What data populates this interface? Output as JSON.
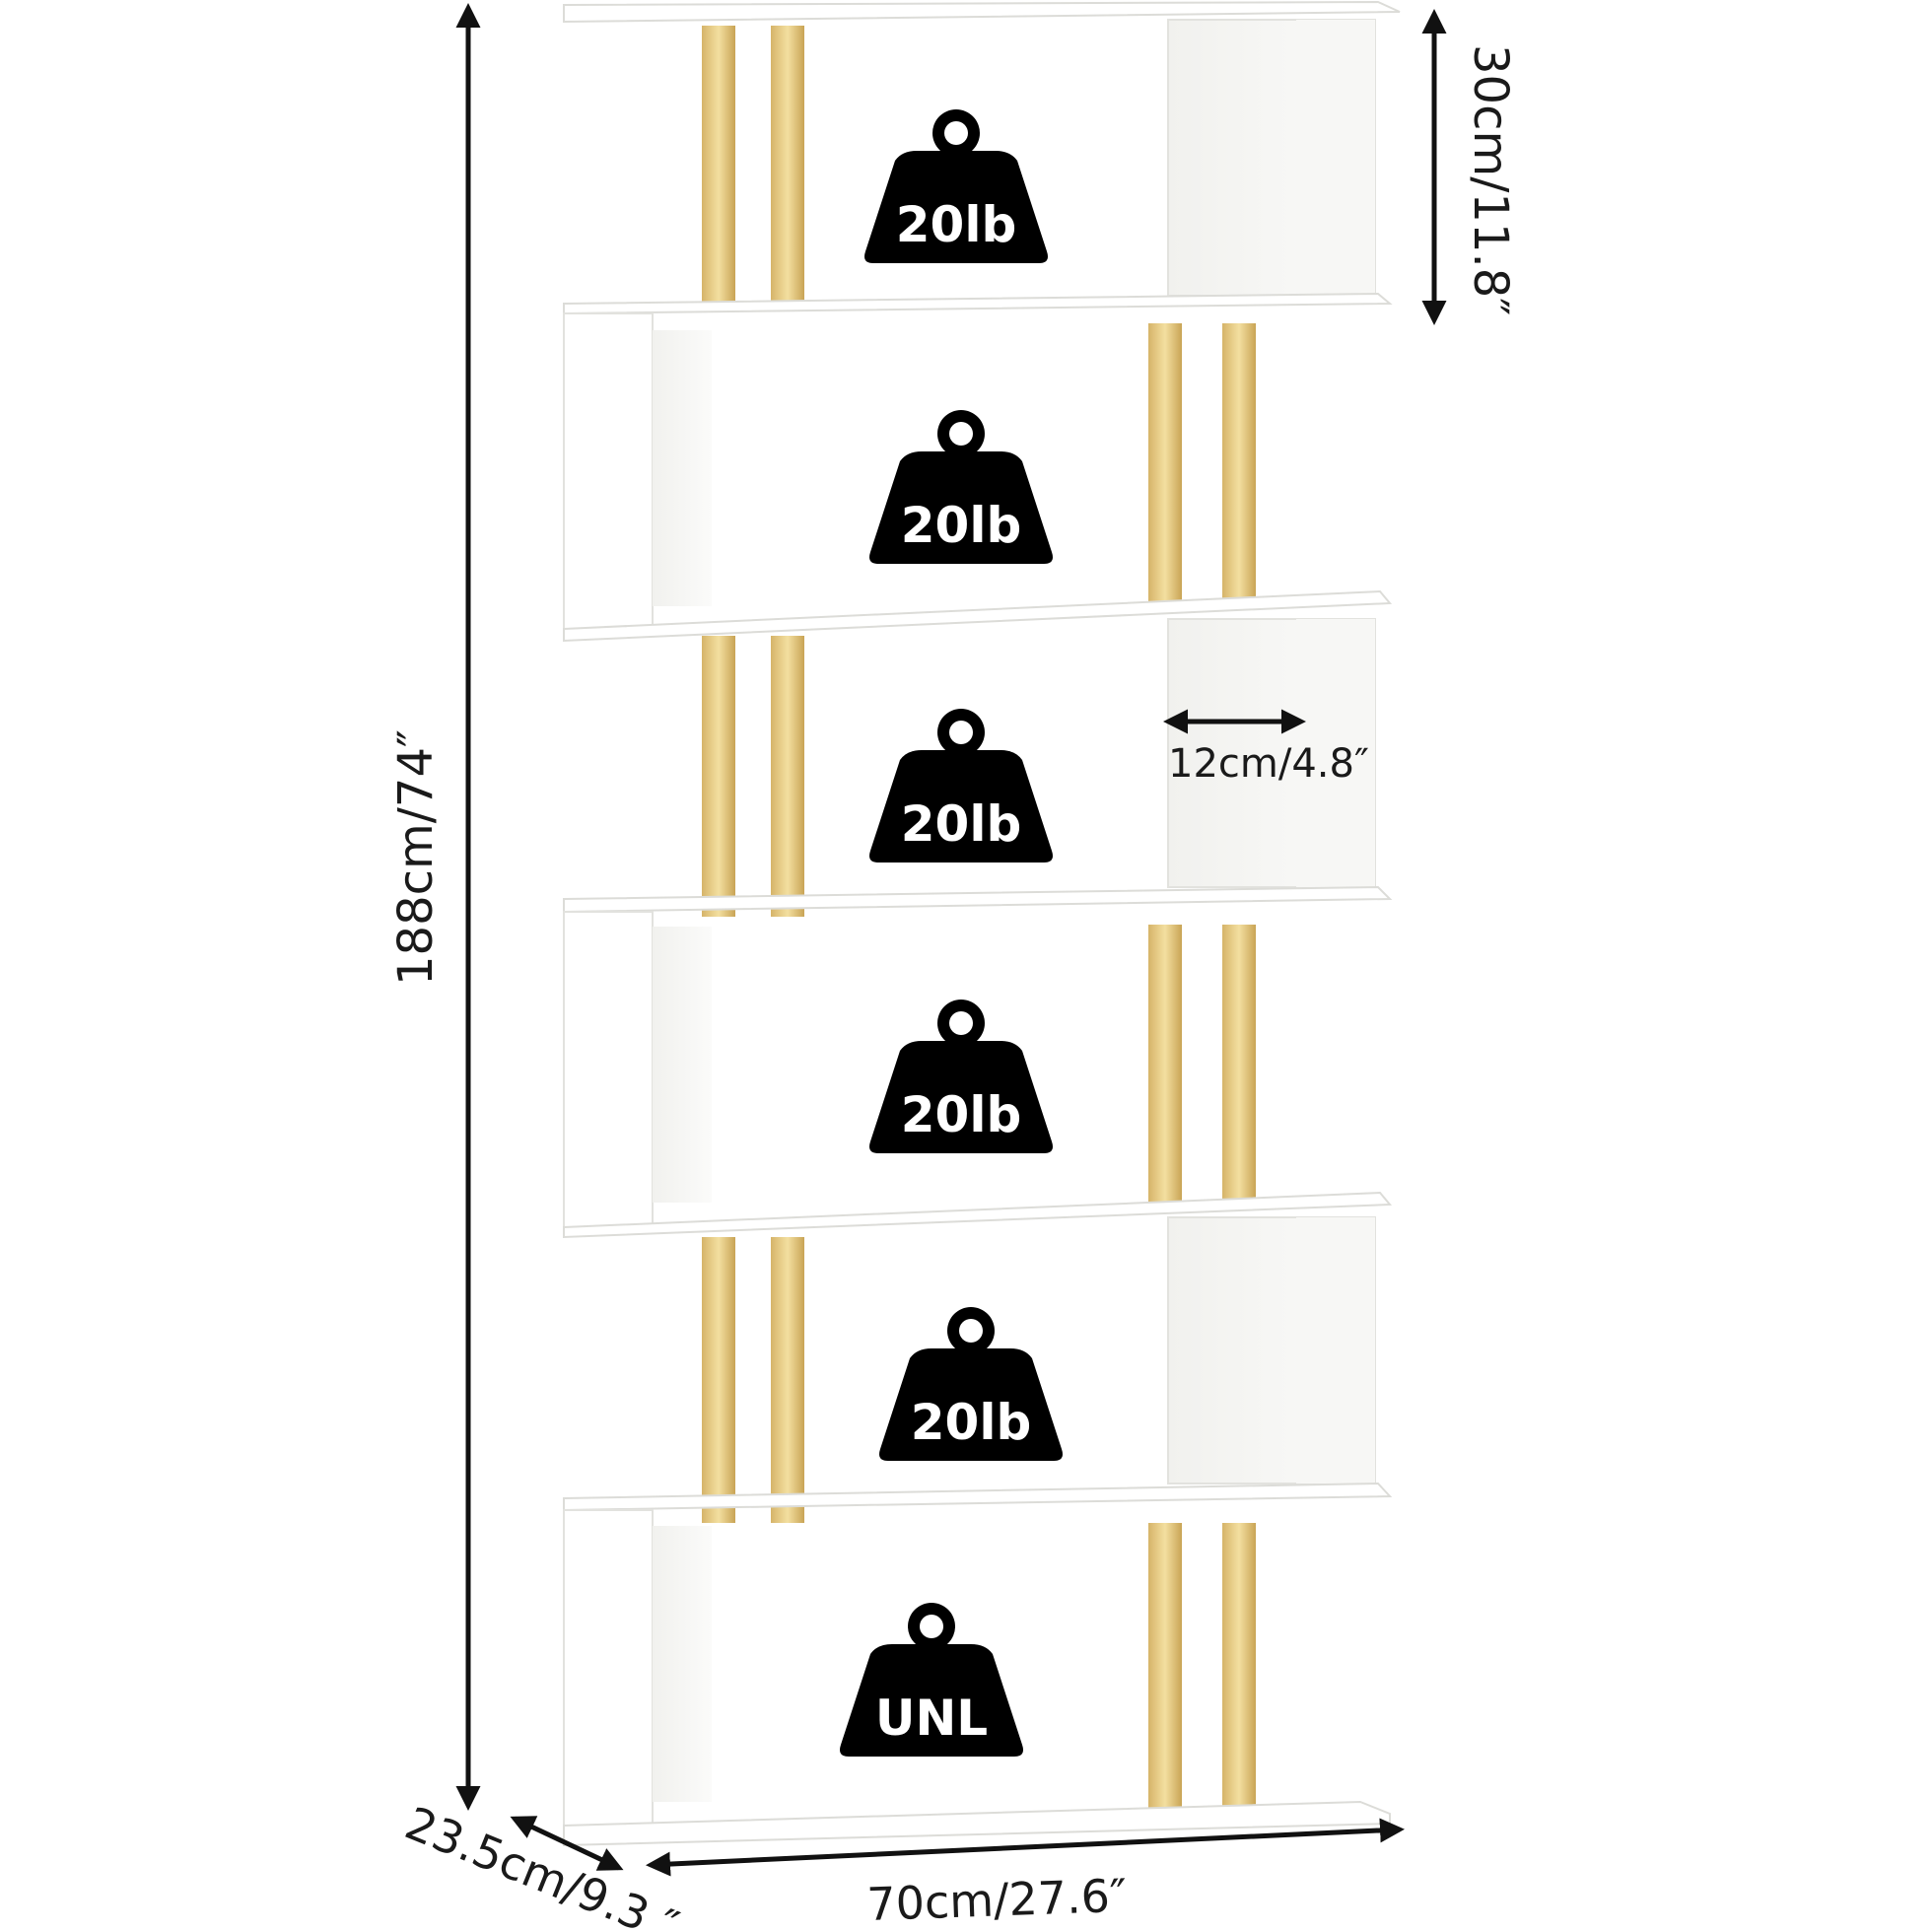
{
  "dimensions": {
    "height": "188cm/74″",
    "shelf_height": "30cm/11.8″",
    "side_width": "12cm/4.8″",
    "depth": "23.5cm/9.3 ″",
    "width": "70cm/27.6″"
  },
  "weights": [
    "20lb",
    "20lb",
    "20lb",
    "20lb",
    "20lb",
    "UNL"
  ],
  "colors": {
    "shelf_white": "#ffffff",
    "shelf_edge": "#e6e6e2",
    "gold_leg": "#e8cf8a",
    "weight_icon": "#000000",
    "dimension_line": "#111111"
  },
  "icons": {
    "weight": "weight-icon",
    "arrow": "double-arrow-icon"
  }
}
